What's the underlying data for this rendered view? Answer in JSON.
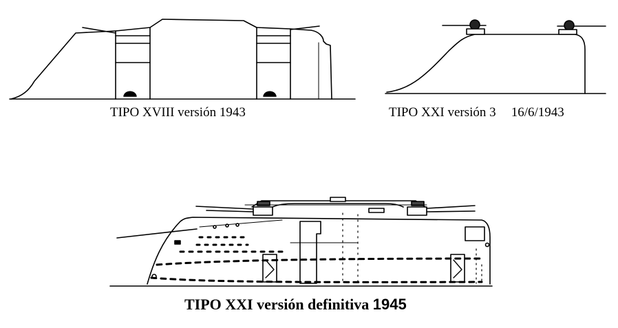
{
  "figures": [
    {
      "id": "tipo-xviii",
      "caption": "TIPO XVIII versión 1943"
    },
    {
      "id": "tipo-xxi-v3",
      "caption_main": "TIPO XXI versión 3",
      "caption_date": "16/6/1943"
    },
    {
      "id": "tipo-xxi-final",
      "caption_main": "TIPO XXI versión definitiva",
      "caption_year": "1945"
    }
  ],
  "colors": {
    "line": "#000000",
    "background": "#ffffff"
  }
}
